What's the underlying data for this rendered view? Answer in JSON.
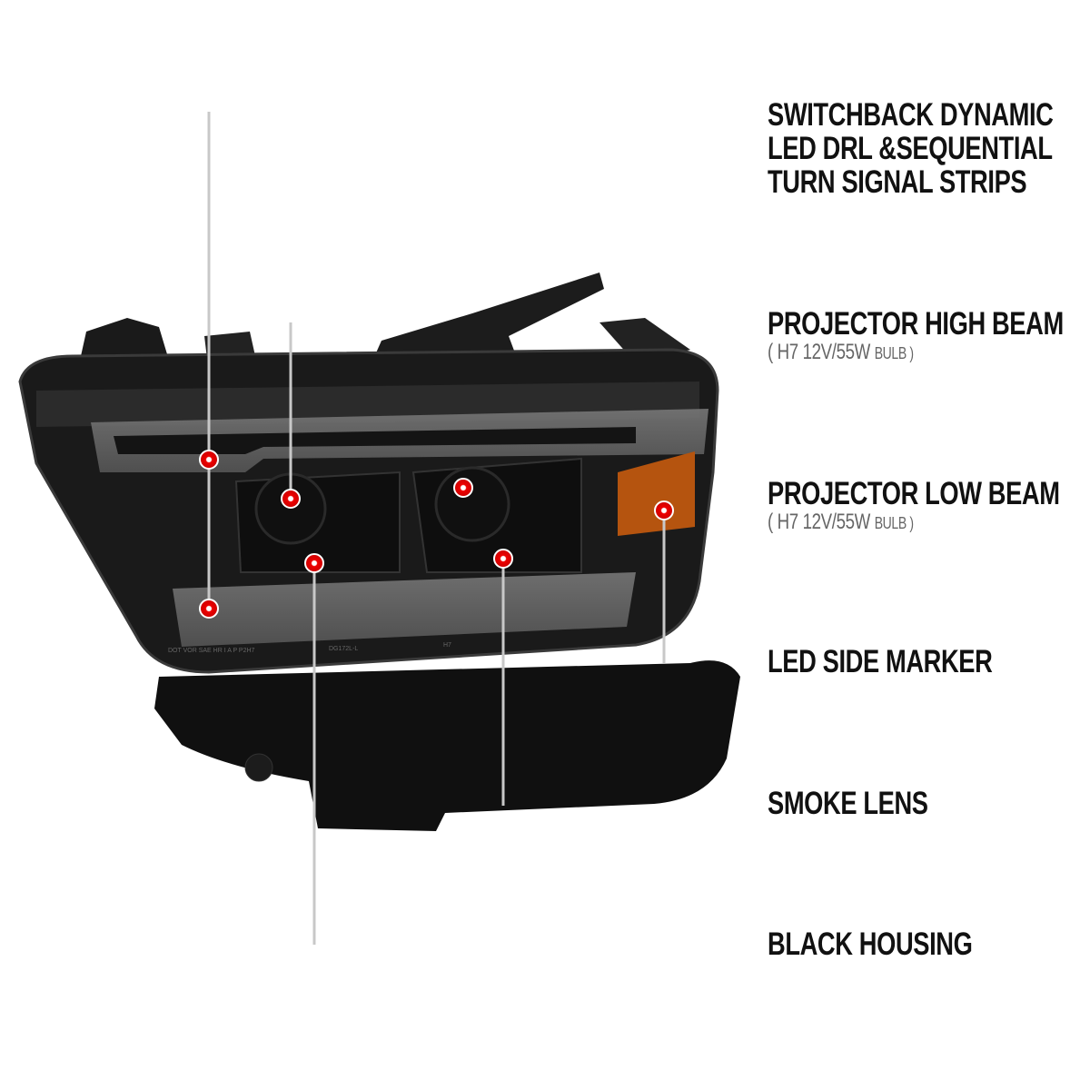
{
  "callouts": [
    {
      "lines": [
        "SWITCHBACK DYNAMIC",
        "LED DRL &SEQUENTIAL",
        "TURN SIGNAL STRIPS"
      ]
    },
    {
      "title": "PROJECTOR HIGH BEAM",
      "spec": "( H7 12V/55W",
      "spec_unit": "BULB )"
    },
    {
      "title": "PROJECTOR LOW BEAM",
      "spec": "( H7 12V/55W",
      "spec_unit": "BULB )"
    },
    {
      "title": "LED SIDE MARKER"
    },
    {
      "title": "SMOKE LENS"
    },
    {
      "title": "BLACK HOUSING"
    }
  ],
  "lens_markings": [
    "DOT VOR SAE HR I A P P2H7",
    "DG172L-L",
    "H7"
  ],
  "colors": {
    "accent": "#d8101a",
    "leader_gray": "#bdbdbd",
    "housing": "#141414",
    "amber": "#b5540f"
  }
}
